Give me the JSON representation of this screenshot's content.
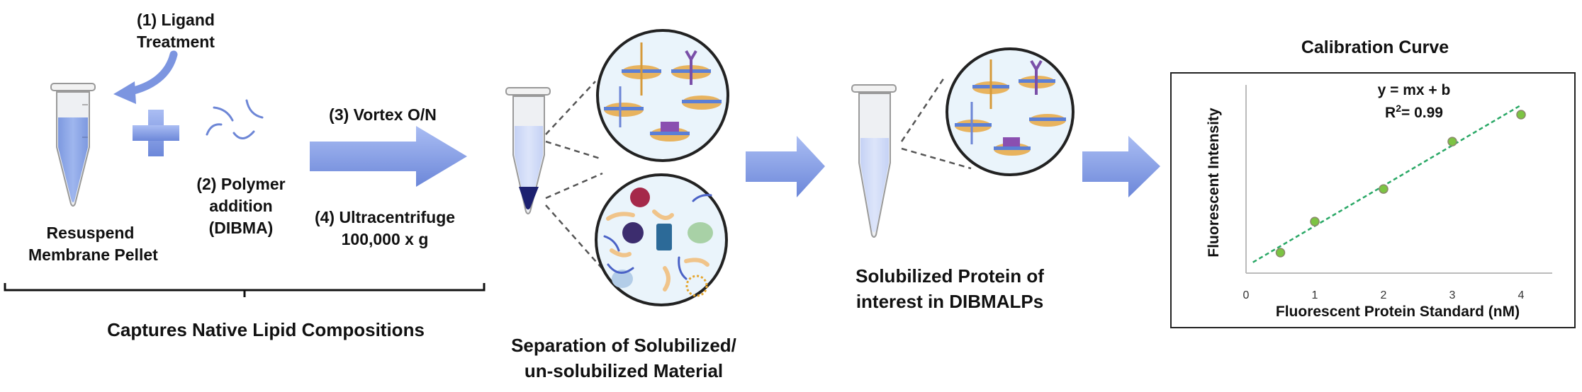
{
  "steps": {
    "ligand_treatment": [
      "(1) Ligand",
      "Treatment"
    ],
    "resuspend": [
      "Resuspend",
      "Membrane Pellet"
    ],
    "polymer_addition": [
      "(2) Polymer",
      "addition",
      "(DIBMA)"
    ],
    "vortex": "(3) Vortex O/N",
    "ultracentrifuge": [
      "(4) Ultracentrifuge",
      "100,000 x g"
    ],
    "captures": "Captures Native Lipid Compositions",
    "separation": [
      "Separation of Solubilized/",
      "un-solubilized Material"
    ],
    "solubilized": [
      "Solubilized Protein of",
      "interest in DIBMALPs"
    ]
  },
  "icons": [
    "microcentrifuge-tube-icon",
    "plus-icon",
    "polymer-strands-icon",
    "process-arrow-icon",
    "nanodisc-zoom-icon",
    "debris-zoom-icon",
    "curved-arrow-icon",
    "bracket-icon"
  ],
  "colors": {
    "arrow_top": "#a9bcf2",
    "arrow_bottom": "#6d88da",
    "liquid": "#8fa9e8",
    "pellet": "#1c1f6e",
    "disc": "#e8b35e",
    "disc_band": "#5b7fd6",
    "trend": "#2aa866",
    "point": "#7cc443"
  },
  "chart_data": {
    "type": "scatter",
    "title": "Calibration Curve",
    "xlabel": "Fluorescent Protein Standard (nM)",
    "ylabel": "Fluorescent Intensity",
    "x": [
      0.5,
      1,
      2,
      3,
      4
    ],
    "y": [
      10.9,
      27.4,
      44.7,
      69.9,
      84.2
    ],
    "xlim": [
      0,
      4.5
    ],
    "ylim": [
      0,
      100
    ],
    "xticks": [
      "0",
      "1",
      "2",
      "3",
      "4"
    ],
    "yticks": [],
    "grid": false,
    "trendline": {
      "type": "linear",
      "style": "dashed",
      "equation": "y = mx + b",
      "r2_label": "R",
      "r2_sup": "2",
      "r2_value": "= 0.99"
    },
    "units_note": "y values are relative intensity (arbitrary units, axis unlabeled)"
  }
}
